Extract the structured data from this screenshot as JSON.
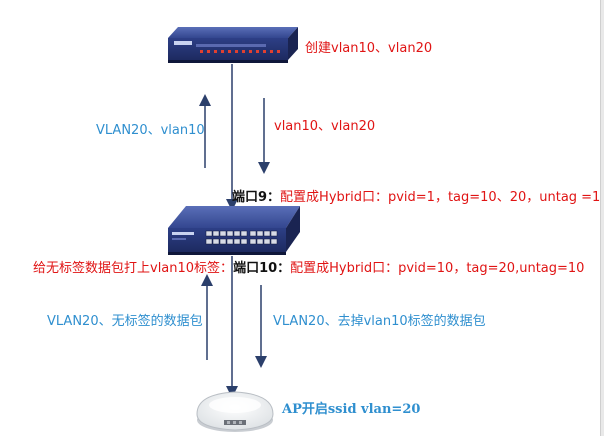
{
  "router": {
    "label": "创建vlan10、vlan20"
  },
  "uplink": {
    "up_label": "VLAN20、vlan10",
    "down_label": "vlan10、vlan20"
  },
  "switch": {
    "port9_prefix": "端口9：",
    "port9_config": "配置成Hybrid口：pvid=1，tag=10、20，untag =1",
    "tag_note": "给无标签数据包打上vlan10标签：",
    "port10_prefix": "端口10：",
    "port10_config": "配置成Hybrid口：pvid=10，tag=20,untag=10"
  },
  "downlink": {
    "up_label": "VLAN20、无标签的数据包",
    "down_label": "VLAN20、去掉vlan10标签的数据包"
  },
  "ap": {
    "label": "AP开启ssid vlan=20"
  },
  "colors": {
    "blue_text": "#2f8fcf",
    "red_text": "#e01414",
    "device_blue": "#2c3f8c",
    "arrow": "#2b3f6b"
  },
  "icons": {
    "router": "router-icon",
    "switch": "switch-icon",
    "ap": "access-point-icon"
  }
}
